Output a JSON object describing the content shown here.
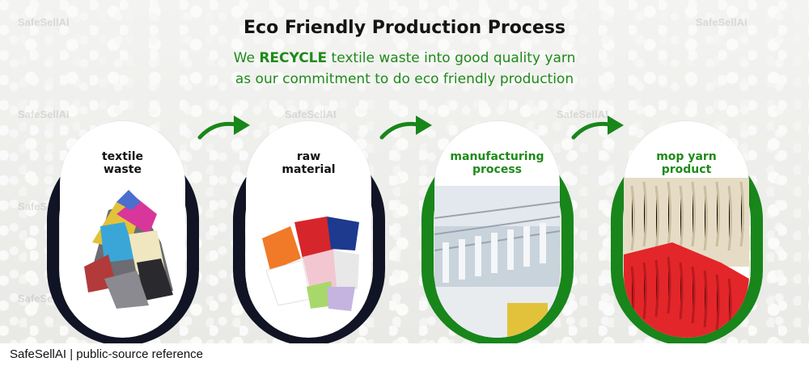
{
  "title": "Eco Friendly Production Process",
  "subtitle": {
    "line1_prefix": "We",
    "line1_bold": "RECYCLE",
    "line1_suffix": "textile waste into good quality yarn",
    "line2": "as our commitment to do eco friendly production"
  },
  "watermark_text": "SafeSellAI",
  "steps": [
    {
      "label": "textile\nwaste",
      "ring_color": "#111424",
      "label_color": "#111111"
    },
    {
      "label": "raw\nmaterial",
      "ring_color": "#111424",
      "label_color": "#111111"
    },
    {
      "label": "manufacturing\nprocess",
      "ring_color": "#18861a",
      "label_color": "#1f8a1a"
    },
    {
      "label": "mop yarn\nproduct",
      "ring_color": "#18861a",
      "label_color": "#1f8a1a"
    }
  ],
  "colors": {
    "accent_green": "#1f8a1a",
    "dark": "#111424"
  },
  "footer": "SafeSellAI | public-source reference"
}
